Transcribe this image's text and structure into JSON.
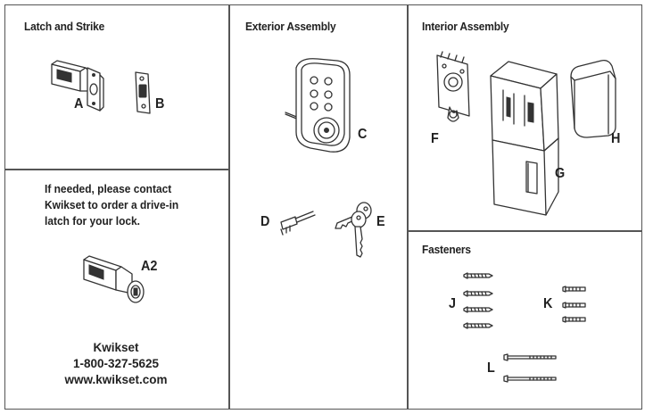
{
  "sections": {
    "latch": {
      "title": "Latch and Strike",
      "labels": {
        "a": "A",
        "b": "B"
      }
    },
    "drive_in": {
      "note_lines": [
        "If needed, please contact",
        "Kwikset to order a drive-in",
        "latch for your lock."
      ],
      "label_a2": "A2",
      "contact": {
        "company": "Kwikset",
        "phone": "1-800-327-5625",
        "website": "www.kwikset.com"
      }
    },
    "exterior": {
      "title": "Exterior Assembly",
      "labels": {
        "c": "C",
        "d": "D",
        "e": "E"
      }
    },
    "interior": {
      "title": "Interior Assembly",
      "labels": {
        "f": "F",
        "g": "G",
        "h": "H"
      }
    },
    "fasteners": {
      "title": "Fasteners",
      "labels": {
        "j": "J",
        "k": "K",
        "l": "L"
      }
    }
  },
  "icons": [
    "latch-icon",
    "strike-plate-icon",
    "drive-in-latch-icon",
    "exterior-keypad-icon",
    "tailpiece-tool-icon",
    "keys-icon",
    "mounting-plate-icon",
    "interior-assembly-icon",
    "battery-cover-icon",
    "short-screw-icon",
    "machine-screw-icon",
    "long-bolt-icon"
  ]
}
